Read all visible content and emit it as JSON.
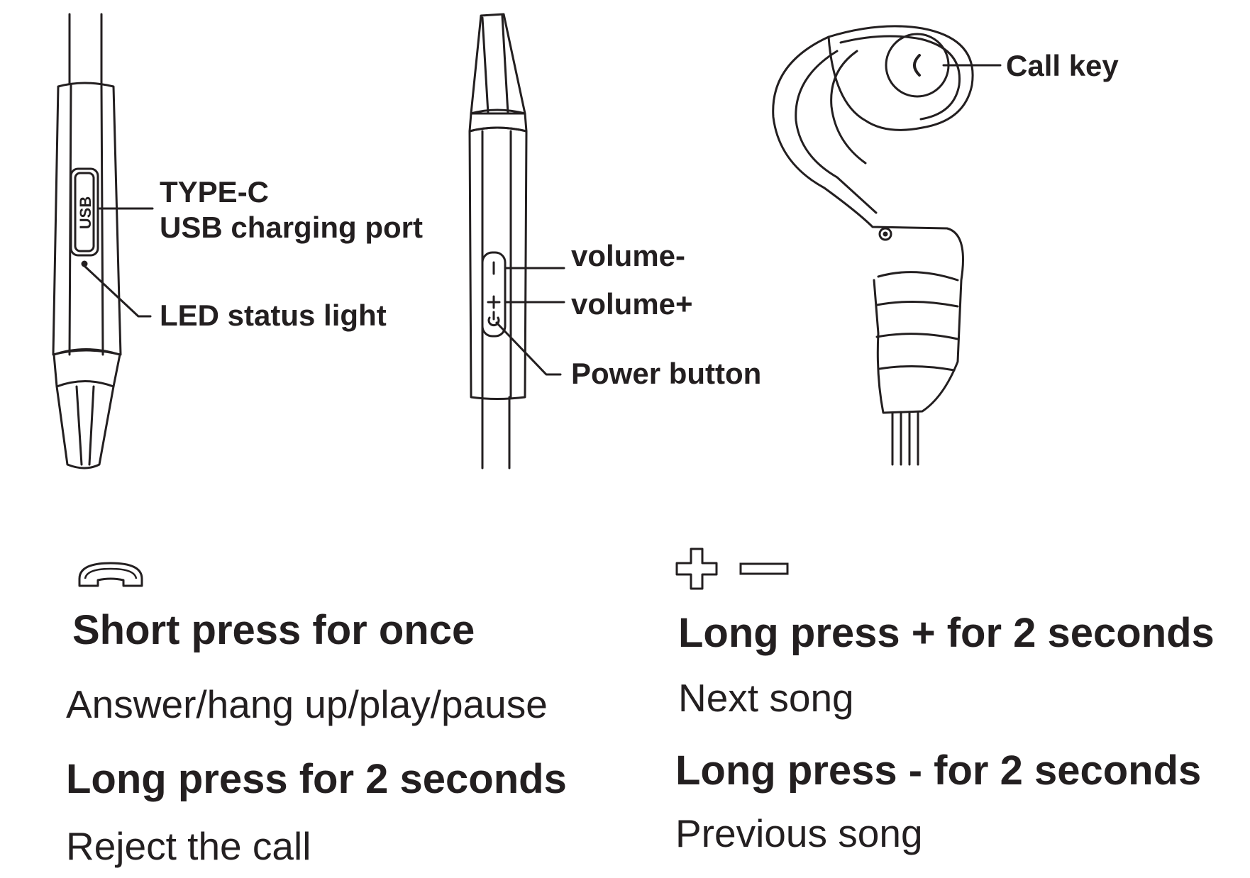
{
  "labels": {
    "usb_port": "USB",
    "type_c": "TYPE-C",
    "usb_charging_port": "USB charging port",
    "led_status_light": "LED status light",
    "volume_minus": "volume-",
    "volume_plus": "volume+",
    "power_button": "Power button",
    "call_key": "Call key"
  },
  "instructions": {
    "call": {
      "icon": "phone-handset-icon",
      "short_press_title": "Short press for once",
      "short_press_action": "Answer/hang up/play/pause",
      "long_press_title": "Long press for 2 seconds",
      "long_press_action": "Reject the call"
    },
    "volume": {
      "icons": [
        "plus-icon",
        "minus-icon"
      ],
      "long_press_plus_title": "Long press + for 2 seconds",
      "long_press_plus_action": "Next song",
      "long_press_minus_title": "Long press - for 2 seconds",
      "long_press_minus_action": "Previous song"
    }
  }
}
